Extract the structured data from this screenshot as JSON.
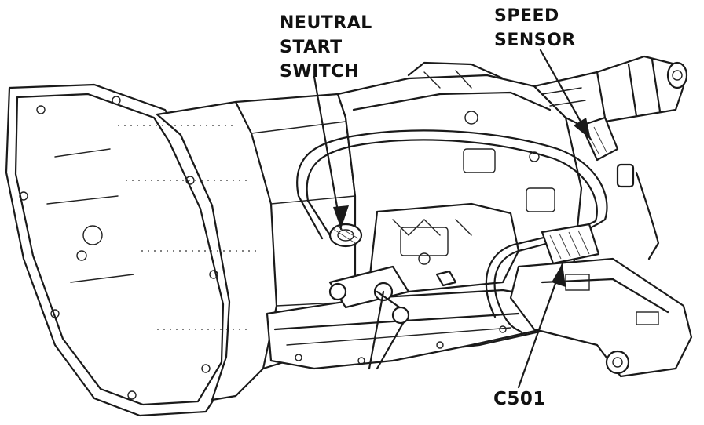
{
  "callouts": {
    "neutral_start_switch": {
      "line1": "NEUTRAL",
      "line2": "START",
      "line3": "SWITCH"
    },
    "speed_sensor": {
      "line1": "SPEED",
      "line2": "SENSOR"
    },
    "connector": {
      "text": "C501"
    }
  },
  "colors": {
    "ink": "#1a1a1a",
    "paper": "#ffffff"
  }
}
